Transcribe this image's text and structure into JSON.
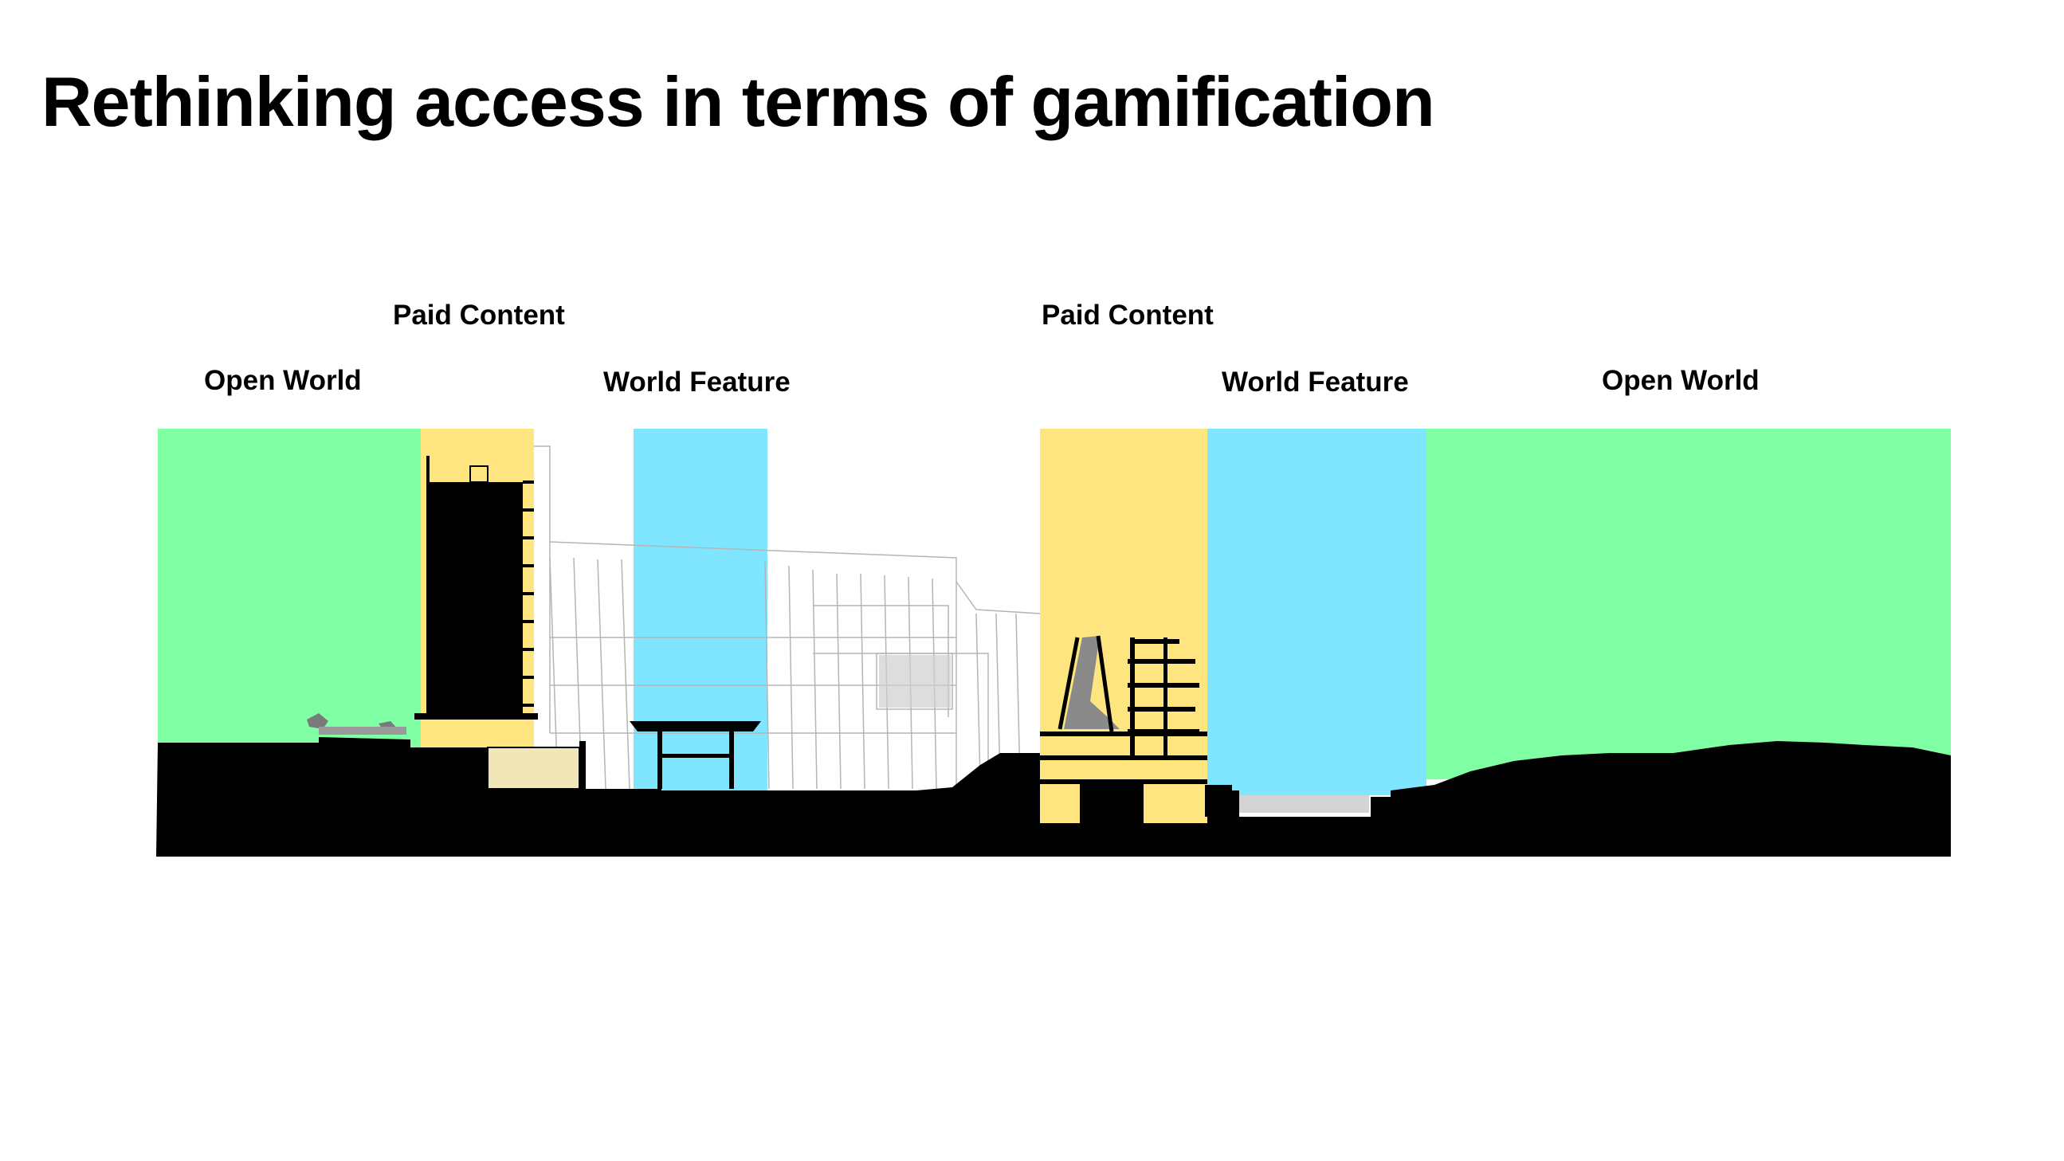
{
  "title": "Rethinking access in terms of gamification",
  "zones": {
    "open_world_left": "Open World",
    "paid_content_left": "Paid Content",
    "world_feature_left": "World Feature",
    "paid_content_right": "Paid Content",
    "world_feature_right": "World Feature",
    "open_world_right": "Open World"
  },
  "colors": {
    "open_world": "#80ffa5",
    "paid_content": "#ffe57f",
    "world_feature": "#80e6ff",
    "ground": "#000000",
    "linework": "#9a9a9a"
  }
}
